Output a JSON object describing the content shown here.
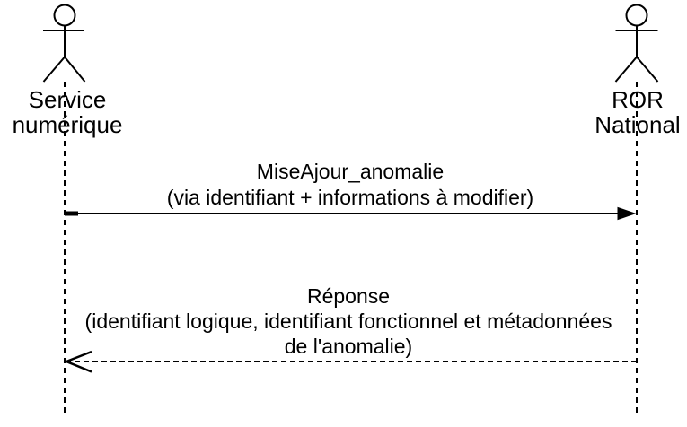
{
  "diagram": {
    "type": "uml-sequence-diagram",
    "background_color": "#ffffff",
    "stroke_color": "#000000",
    "actors": [
      {
        "id": "service-numerique",
        "label_line1": "Service",
        "label_line2": "numérique"
      },
      {
        "id": "ror-national",
        "label_line1": "ROR",
        "label_line2": "National"
      }
    ],
    "messages": [
      {
        "from": "service-numerique",
        "to": "ror-national",
        "line_style": "solid",
        "arrowhead": "filled-triangle",
        "label_line1": "MiseAjour_anomalie",
        "label_line2": "(via identifiant + informations à modifier)"
      },
      {
        "from": "ror-national",
        "to": "service-numerique",
        "line_style": "dashed",
        "arrowhead": "open",
        "label_line1": "Réponse",
        "label_line2": "(identifiant logique, identifiant fonctionnel et métadonnées",
        "label_line3": "de l'anomalie)"
      }
    ]
  }
}
